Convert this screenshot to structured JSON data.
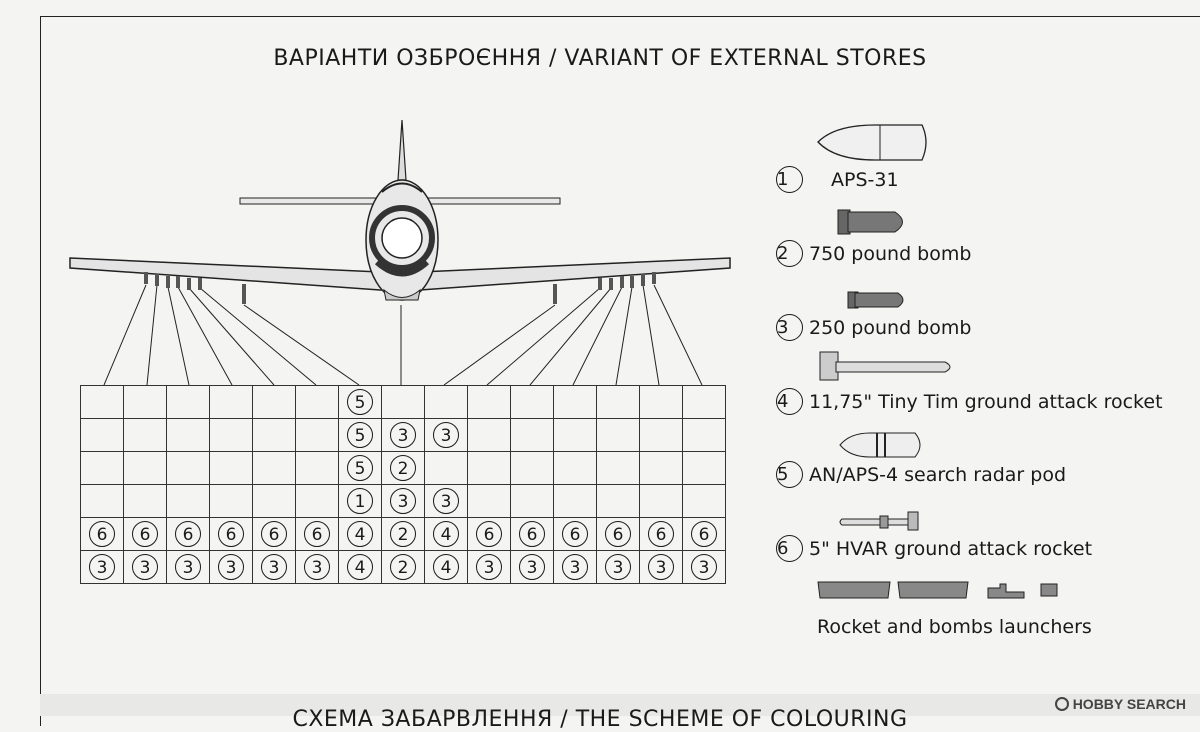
{
  "title_top": "ВАРІАНТИ ОЗБРОЄННЯ / VARIANT OF EXTERNAL STORES",
  "title_bottom": "СХЕМА ЗАБАРВЛЕННЯ / THE SCHEME OF COLOURING",
  "legend": [
    {
      "num": "1",
      "label": "APS-31",
      "icon": "radome-pod-icon"
    },
    {
      "num": "2",
      "label": "750 pound bomb",
      "icon": "large-bomb-icon"
    },
    {
      "num": "3",
      "label": "250 pound bomb",
      "icon": "small-bomb-icon"
    },
    {
      "num": "4",
      "label": "11,75\" Tiny Tim ground attack rocket",
      "icon": "tiny-tim-rocket-icon"
    },
    {
      "num": "5",
      "label": "AN/APS-4 search radar pod",
      "icon": "radar-pod-icon"
    },
    {
      "num": "6",
      "label": "5\" HVAR ground attack rocket",
      "icon": "hvar-rocket-icon"
    }
  ],
  "launchers_label": "Rocket and bombs launchers",
  "loadout_table": [
    [
      "",
      "",
      "",
      "",
      "",
      "",
      "5",
      "",
      "",
      "",
      "",
      "",
      "",
      "",
      ""
    ],
    [
      "",
      "",
      "",
      "",
      "",
      "",
      "5",
      "3",
      "3",
      "",
      "",
      "",
      "",
      "",
      ""
    ],
    [
      "",
      "",
      "",
      "",
      "",
      "",
      "5",
      "2",
      "",
      "",
      "",
      "",
      "",
      "",
      ""
    ],
    [
      "",
      "",
      "",
      "",
      "",
      "",
      "1",
      "3",
      "3",
      "",
      "",
      "",
      "",
      "",
      ""
    ],
    [
      "6",
      "6",
      "6",
      "6",
      "6",
      "6",
      "4",
      "2",
      "4",
      "6",
      "6",
      "6",
      "6",
      "6",
      "6"
    ],
    [
      "3",
      "3",
      "3",
      "3",
      "3",
      "3",
      "4",
      "2",
      "4",
      "3",
      "3",
      "3",
      "3",
      "3",
      "3"
    ]
  ],
  "watermark": "HOBBY SEARCH"
}
